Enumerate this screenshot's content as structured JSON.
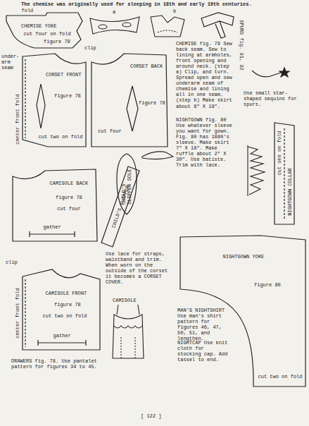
{
  "diagram": {
    "title": "The chemise was originally used for sleeping in 18th and early 19th centuries.",
    "nodes": [
      {
        "text": [
          "fold",
          "CHEMISE YOKE",
          "cut four on fold",
          "figure 79"
        ]
      },
      {
        "text": [
          "CORSET FRONT",
          "figure 78",
          "cut two on fold",
          "center front fold"
        ]
      },
      {
        "text": [
          "CORSET BACK",
          "figure 78",
          "cut four"
        ]
      },
      {
        "text": [
          "SPURS fig. 91, 92"
        ]
      },
      {
        "text": [
          "CHILD'S SLIPPER SOLE"
        ]
      },
      {
        "text": [
          "CHILD'S SLIPPER"
        ]
      },
      {
        "text": [
          "cut one on fold",
          "NIGHTGOWN COLLAR"
        ]
      },
      {
        "text": [
          "CAMISOLE BACK",
          "figure 78",
          "cut four",
          "gather"
        ]
      },
      {
        "text": [
          "CAMISOLE FRONT",
          "figure 78",
          "cut two on fold",
          "gather",
          "center front fold"
        ]
      },
      {
        "text": [
          "NIGHTGOWN YOKE",
          "figure 80",
          "cut two on fold"
        ]
      }
    ],
    "labels": [
      "a",
      "b",
      "under- arm seam",
      "clip",
      "CHEMISE fig. 79 Sew back seam. Sew to lining at armholes, front opening and around neck. (step a) Clip, and turn. Spread open and sew underarm seam of chemise and lining all in one seam. (step b) Make skirt about 8\" X 18\".",
      "Use small star-shaped sequins for spurs.",
      "NIGHTGOWN fig. 80 Use whatever sleeve you want for gown. Fig. 80 has 1880's sleeve. Make skirt 7\" X 18\". Make ruffle about 2\" X 30\". Use batiste. Trim with lace.",
      "Use lace for straps, waistband and trim. When worn on the outside of the corset it becomes a CORSET COVER.",
      "clip",
      "CAMISOLE",
      "MAN'S NIGHTSHIRT Use man's shirt pattern for figures 46, 47, 50, 51, and lengthen.",
      "NIGHTCAP Use knit cloth for stocking cap. Add tassel to end.",
      "DRAWERS fig. 78. Use pantalet pattern for figures 34 to 45.",
      "[ 122 ]"
    ]
  }
}
